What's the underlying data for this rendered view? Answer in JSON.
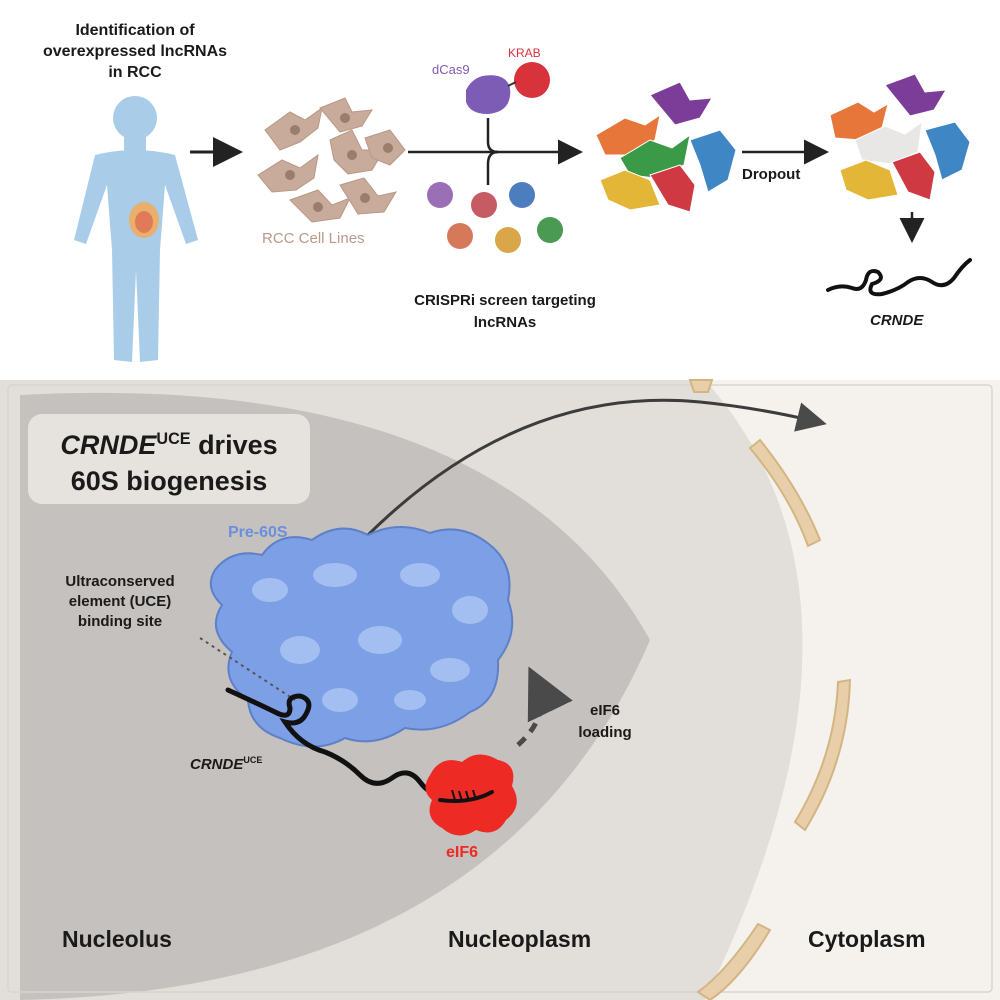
{
  "top": {
    "identification": [
      "Identification of",
      "overexpressed lncRNAs",
      "in RCC"
    ],
    "rcc_cell_lines": "RCC Cell Lines",
    "dcas9": "dCas9",
    "krab": "KRAB",
    "crispri": [
      "CRISPRi screen targeting",
      "lncRNAs"
    ],
    "dropout": "Dropout",
    "crnde": "CRNDE"
  },
  "bottom": {
    "title_gene": "CRNDE",
    "title_sup": "UCE",
    "title_rest": " drives",
    "title_line2": "60S biogenesis",
    "pre60s": "Pre-60S",
    "uce_site": [
      "Ultraconserved",
      "element (UCE)",
      "binding site"
    ],
    "crnde_uce_gene": "CRNDE",
    "crnde_uce_sup": "UCE",
    "eif6_loading": [
      "eIF6",
      "loading"
    ],
    "eif6": "eIF6",
    "nucleolus": "Nucleolus",
    "nucleoplasm": "Nucleoplasm",
    "cytoplasm": "Cytoplasm"
  },
  "colors": {
    "body_blue": "#a9cde8",
    "cell_tan": "#c9ab9b",
    "dcas9_purple": "#7c5cb4",
    "krab_red": "#d8323a",
    "ribosome_blue": "#7d9fe6",
    "eif6_red": "#ee2a24",
    "nucleolus_gray": "#c4c1be",
    "nucleoplasm_beige": "#e2ded9",
    "cytoplasm_bg": "#f5f2ee",
    "membrane_tan": "#e8cfa9"
  }
}
